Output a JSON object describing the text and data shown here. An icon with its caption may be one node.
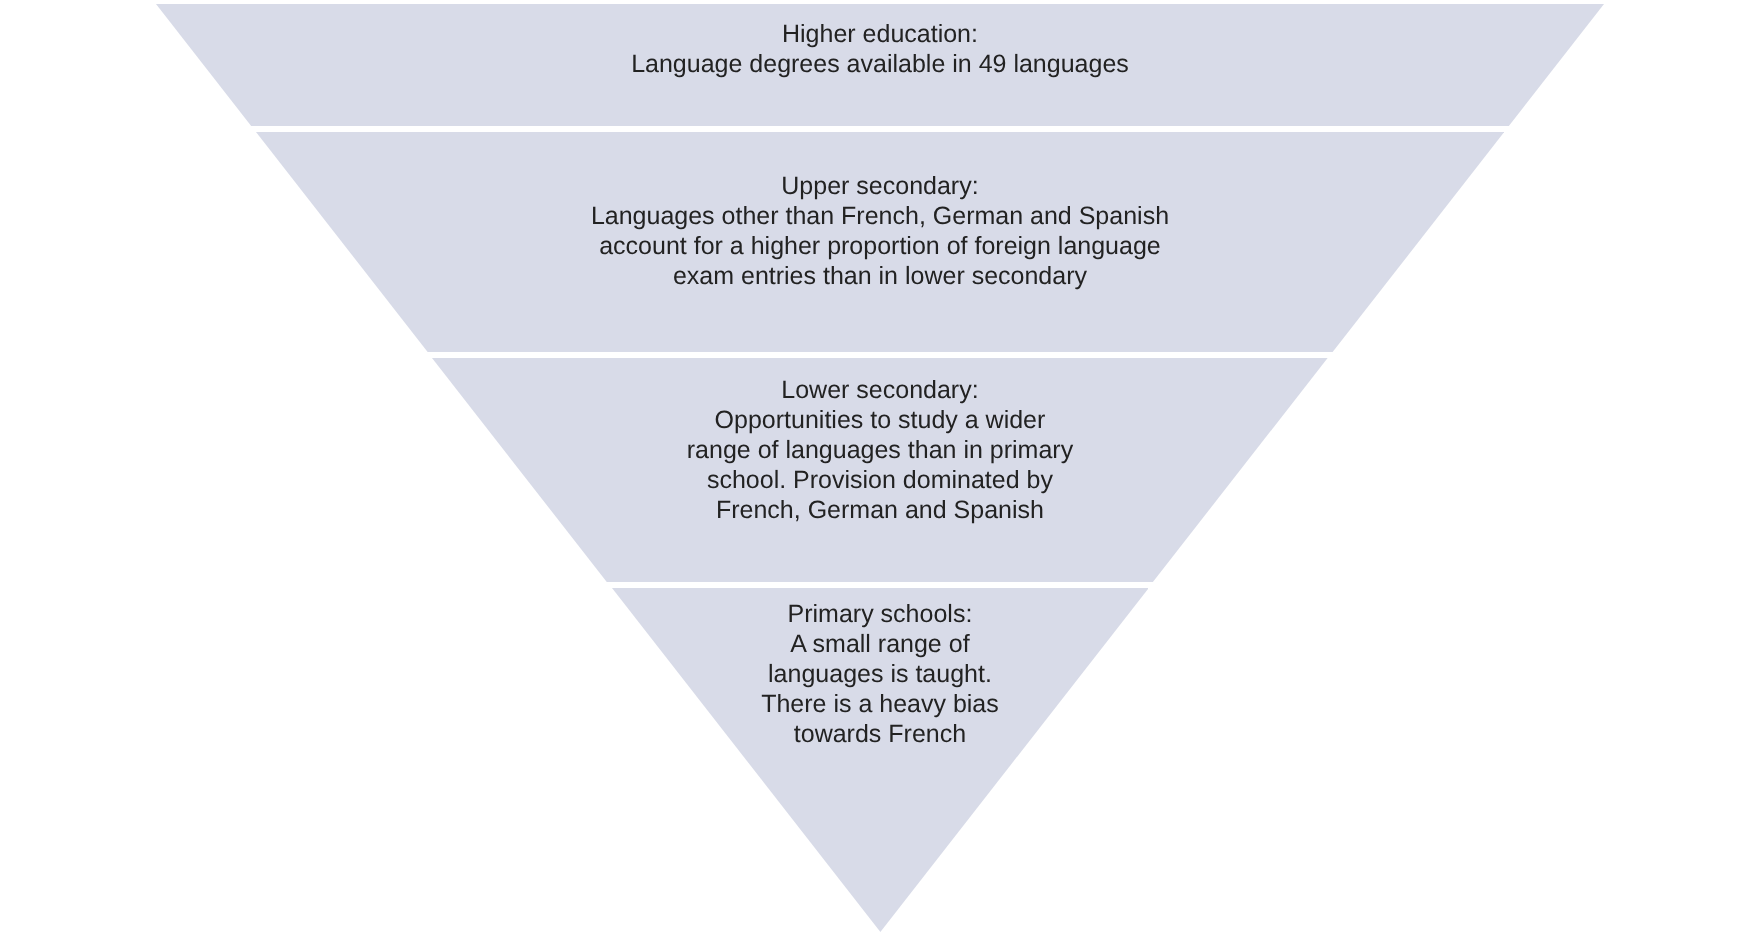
{
  "diagram": {
    "nodes": [
      {
        "text": [
          "Higher education:",
          "Language degrees available in 49 languages"
        ]
      },
      {
        "text": [
          "Upper secondary:",
          "Languages other than French, German and Spanish account for a higher proportion of foreign language exam entries than in lower secondary"
        ]
      },
      {
        "text": [
          "Lower secondary:",
          "Opportunities to study a wider range of languages than in primary school. Provision dominated by French, German and Spanish"
        ]
      },
      {
        "text": [
          "Primary schools:",
          "A small range of languages is taught. There is a heavy bias towards French"
        ]
      }
    ]
  }
}
